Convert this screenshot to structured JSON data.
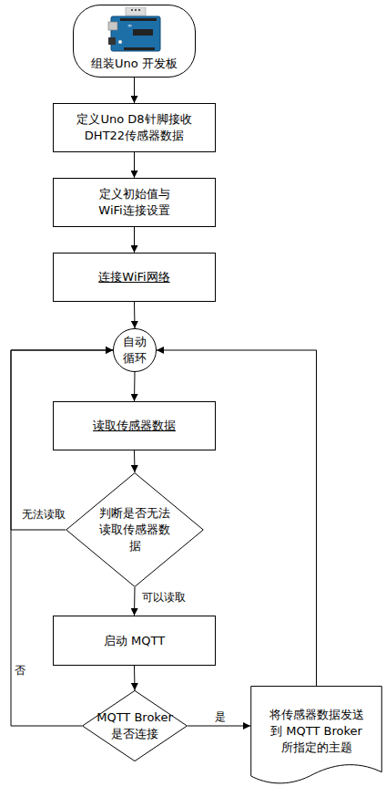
{
  "diagram": {
    "nodes": [
      {
        "text": [
          "组装Uno 开发板"
        ]
      },
      {
        "text": [
          "定义Uno D8针脚接收 DHT22传感器数据"
        ]
      },
      {
        "text": [
          "定义初始值与 WiFi连接设置"
        ]
      },
      {
        "text": [
          "连接WiFi网络"
        ]
      },
      {
        "text": [
          "自动 循环"
        ]
      },
      {
        "text": [
          "读取传感器数据"
        ]
      },
      {
        "text": [
          "判断是否无法读取传感器数据"
        ]
      },
      {
        "text": [
          "启动 MQTT"
        ]
      },
      {
        "text": [
          "MQTT Broker 是否连接"
        ]
      },
      {
        "text": [
          "将传感器数据发送 到 MQTT Broker 所指定的主题"
        ]
      }
    ],
    "edges": [
      {
        "from": 0,
        "to": 1,
        "arrow": "to"
      },
      {
        "from": 1,
        "to": 2,
        "arrow": "to"
      },
      {
        "from": 2,
        "to": 3,
        "arrow": "to"
      },
      {
        "from": 3,
        "to": 4,
        "arrow": "to"
      },
      {
        "from": 4,
        "to": 5,
        "arrow": "to"
      },
      {
        "from": 5,
        "to": 6,
        "arrow": "to"
      },
      {
        "from": 6,
        "to": 4,
        "label": "无法读取",
        "arrow": "to"
      },
      {
        "from": 6,
        "to": 7,
        "label": "可以读取",
        "arrow": "to"
      },
      {
        "from": 7,
        "to": 8,
        "arrow": "to"
      },
      {
        "from": 8,
        "to": 4,
        "label": "否",
        "arrow": "to"
      },
      {
        "from": 8,
        "to": 9,
        "label": "是",
        "arrow": "to"
      },
      {
        "from": 9,
        "to": 4,
        "arrow": "to"
      }
    ]
  }
}
